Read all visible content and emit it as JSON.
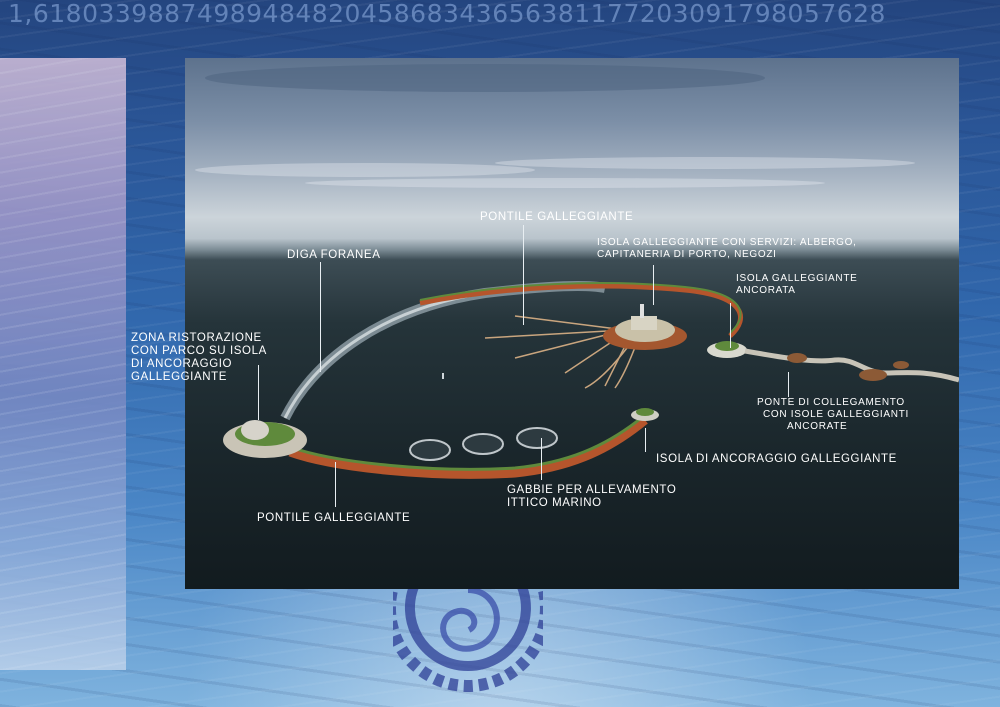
{
  "header_digits": "1,6180339887498948482045868343656381177203091798057628",
  "labels": {
    "pontile_top": "PONTILE GALLEGGIANTE",
    "isola_servizi": [
      "ISOLA GALLEGGIANTE CON SERVIZI: ALBERGO,",
      "CAPITANERIA DI PORTO, NEGOZI"
    ],
    "diga": "DIGA  FORANEA",
    "isola_ancorata": [
      "ISOLA GALLEGGIANTE",
      "ANCORATA"
    ],
    "zona_ristorazione": [
      "ZONA RISTORAZIONE",
      "CON PARCO SU ISOLA",
      "DI ANCORAGGIO",
      "GALLEGGIANTE"
    ],
    "ponte_collegamento": [
      "PONTE DI COLLEGAMENTO",
      "CON ISOLE GALLEGGIANTI",
      "ANCORATE"
    ],
    "isola_ancoraggio": "ISOLA DI ANCORAGGIO GALLEGGIANTE",
    "gabbie": [
      "GABBIE PER ALLEVAMENTO",
      "ITTICO MARINO"
    ],
    "pontile_bottom": "PONTILE GALLEGGIANTE"
  },
  "colors": {
    "pier_orange": "#b5552c",
    "pier_green": "#5f8a3c",
    "sea_dark": "#1a262b",
    "label_white": "#ffffff"
  },
  "icons": {
    "background_emblem": "spiral-gear-icon"
  }
}
